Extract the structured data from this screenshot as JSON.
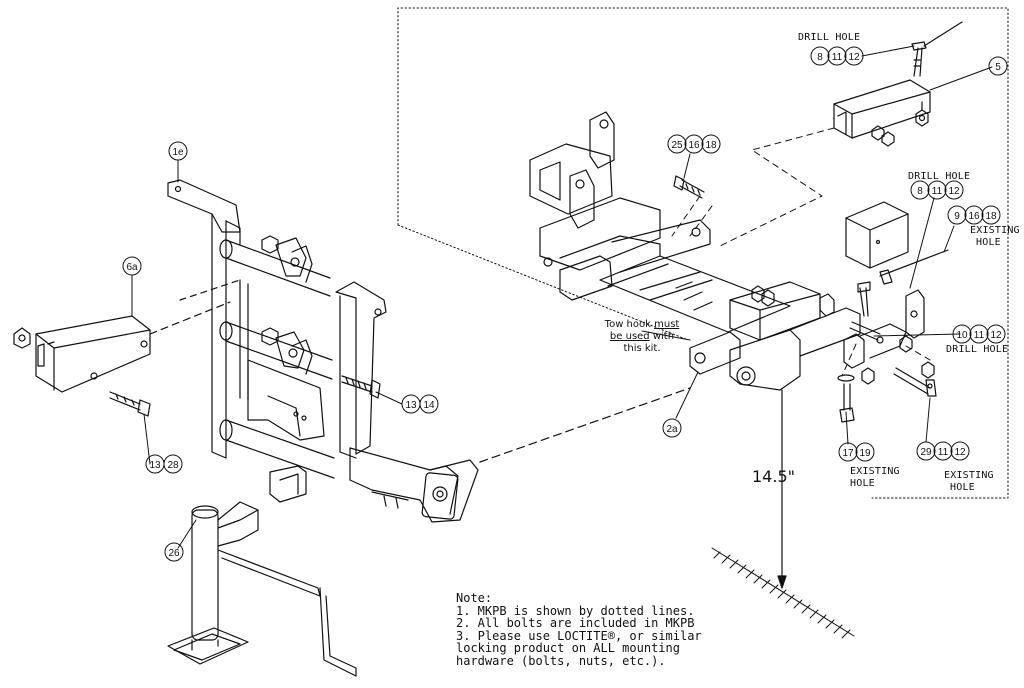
{
  "callouts": {
    "c1e": "1e",
    "c6a": "6a",
    "c2a": "2a",
    "c5": "5",
    "c26": "26",
    "c13a": "13",
    "c14": "14",
    "c13b": "13",
    "c28": "28",
    "c25": "25",
    "c16a": "16",
    "c18a": "18",
    "c8a": "8",
    "c11a": "11",
    "c12a": "12",
    "c8b": "8",
    "c11b": "11",
    "c12b": "12",
    "c9": "9",
    "c16b": "16",
    "c18b": "18",
    "c10": "10",
    "c11c": "11",
    "c12c": "12",
    "c17": "17",
    "c19": "19",
    "c29": "29",
    "c11d": "11",
    "c12d": "12"
  },
  "labels": {
    "drill_hole_top": "DRILL HOLE",
    "drill_hole_mid": "DRILL HOLE",
    "existing_hole_1": "EXISTING",
    "existing_hole_1b": "HOLE",
    "drill_hole_right": "DRILL HOLE",
    "existing_hole_2": "EXISTING",
    "existing_hole_2b": "HOLE",
    "existing_hole_3": "EXISTING",
    "existing_hole_3b": "HOLE"
  },
  "tow_note": {
    "line1_a": "Tow hook ",
    "line1_b": "must",
    "line2_a": "be used",
    "line2_b": " with",
    "line3": "this kit."
  },
  "dimension": "14.5\"",
  "notes": [
    "Note:",
    "1. MKPB is shown by dotted lines.",
    "2. All bolts are included in MKPB",
    "3. Please use LOCTITE®, or similar",
    "locking product on ALL mounting",
    "hardware (bolts, nuts, etc.)."
  ]
}
